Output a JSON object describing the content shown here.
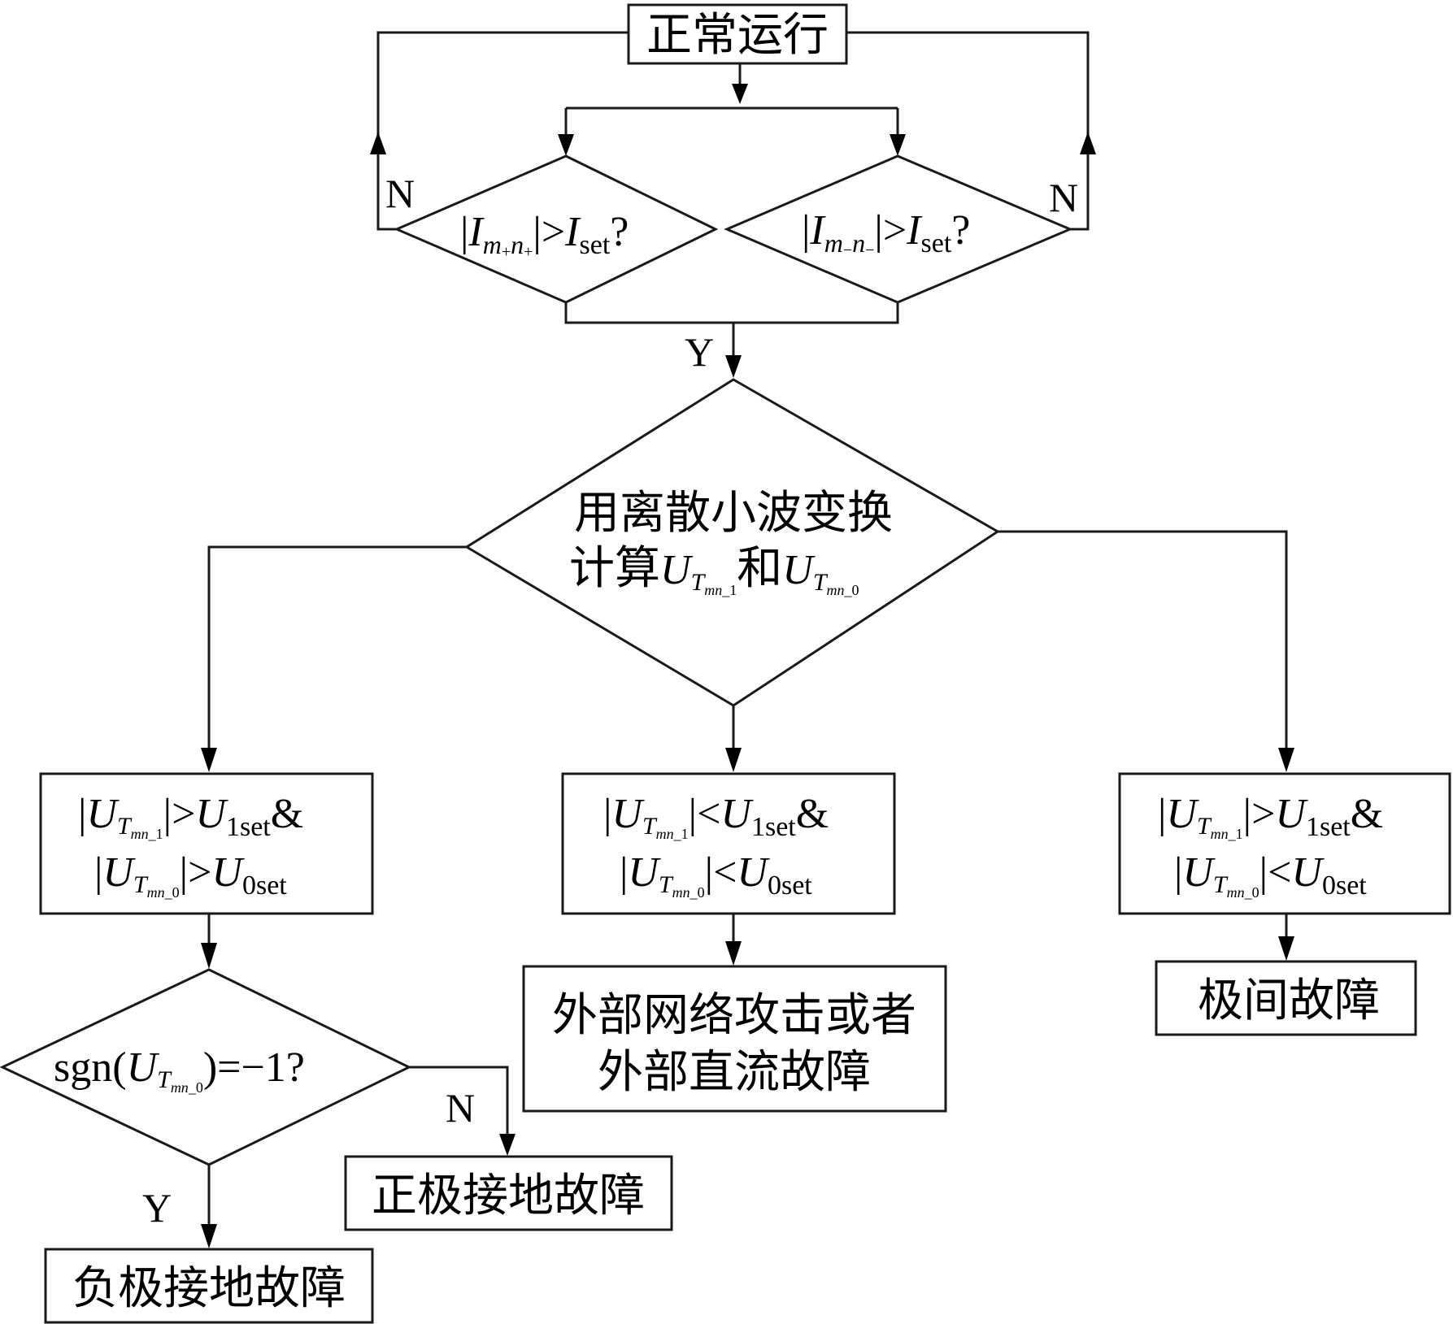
{
  "start": {
    "label": "正常运行"
  },
  "decision_pos": {
    "abs_open": "|",
    "I": "I",
    "sub1": "m",
    "sub1_plus": "+",
    "sub2": "n",
    "sub2_plus": "+",
    "abs_close": "|",
    "gt": ">",
    "Iset_I": "I",
    "Iset_sub": "set",
    "q": "?"
  },
  "decision_neg": {
    "abs_open": "|",
    "I": "I",
    "sub1": "m",
    "sub1_minus": "−",
    "sub2": "n",
    "sub2_minus": "−",
    "abs_close": "|",
    "gt": ">",
    "Iset_I": "I",
    "Iset_sub": "set",
    "q": "?"
  },
  "labels": {
    "n_left": "N",
    "n_right": "N",
    "y_center": "Y",
    "n_sgn": "N",
    "y_sgn": "Y"
  },
  "dwt": {
    "line1": "用离散小波变换",
    "line2_prefix": "计算",
    "U": "U",
    "T": "T",
    "mn": "mn",
    "sub1": "_1",
    "sub0": "_0",
    "and": "和"
  },
  "boxes": {
    "left": {
      "line1_rel": ">",
      "line1_set_U": "U",
      "line1_set_sub": "1set",
      "amp": "&",
      "line2_rel": ">",
      "line2_set_U": "U",
      "line2_set_sub": "0set"
    },
    "middle": {
      "line1_rel": "<",
      "line1_set_U": "U",
      "line1_set_sub": "1set",
      "amp": "&",
      "line2_rel": "<",
      "line2_set_U": "U",
      "line2_set_sub": "0set"
    },
    "right": {
      "line1_rel": ">",
      "line1_set_U": "U",
      "line1_set_sub": "1set",
      "amp": "&",
      "line2_rel": "<",
      "line2_set_U": "U",
      "line2_set_sub": "0set"
    }
  },
  "sgn": {
    "prefix": "sgn(",
    "U": "U",
    "T": "T",
    "mn": "mn",
    "sub": "_0",
    "suffix": ")=−1?"
  },
  "results": {
    "external_line1": "外部网络攻击或者",
    "external_line2": "外部直流故障",
    "pole_to_pole": "极间故障",
    "positive_ground": "正极接地故障",
    "negative_ground": "负极接地故障"
  }
}
